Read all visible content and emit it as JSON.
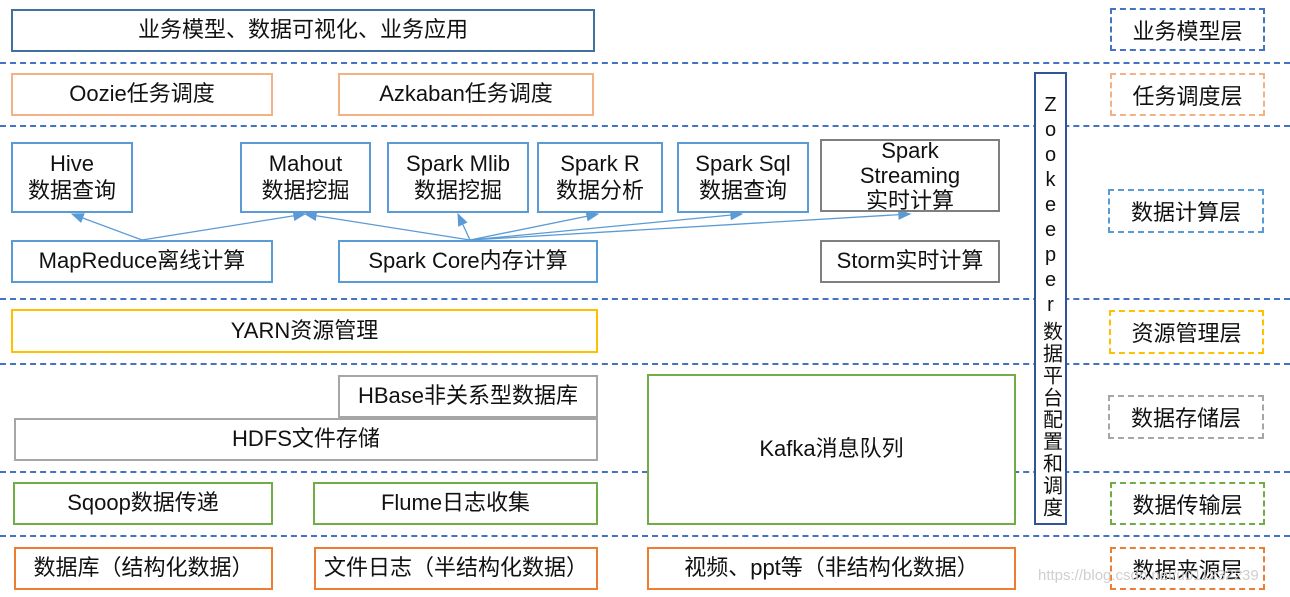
{
  "top": {
    "label": "业务模型、数据可视化、业务应用"
  },
  "schedule": {
    "oozie": "Oozie任务调度",
    "azkaban": "Azkaban任务调度"
  },
  "compute": {
    "hive": [
      "Hive",
      "数据查询"
    ],
    "mahout": [
      "Mahout",
      "数据挖掘"
    ],
    "spark_mlib": [
      "Spark Mlib",
      "数据挖掘"
    ],
    "spark_r": [
      "Spark R",
      "数据分析"
    ],
    "spark_sql": [
      "Spark Sql",
      "数据查询"
    ],
    "spark_streaming": [
      "Spark",
      "Streaming",
      "实时计算"
    ],
    "mapreduce": "MapReduce离线计算",
    "spark_core": "Spark Core内存计算",
    "storm": "Storm实时计算"
  },
  "resource": {
    "yarn": "YARN资源管理"
  },
  "storage": {
    "hbase": "HBase非关系型数据库",
    "hdfs": "HDFS文件存储",
    "kafka": "Kafka消息队列"
  },
  "transport": {
    "sqoop": "Sqoop数据传递",
    "flume": "Flume日志收集"
  },
  "source": {
    "database": "数据库（结构化数据）",
    "file_log": "文件日志（半结构化数据）",
    "video": "视频、ppt等（非结构化数据）"
  },
  "zookeeper": {
    "latin": "Zookeeper",
    "cjk": "数据平台配置和调度"
  },
  "layers": {
    "business": "业务模型层",
    "schedule": "任务调度层",
    "compute": "数据计算层",
    "resource": "资源管理层",
    "storage": "数据存储层",
    "transport": "数据传输层",
    "source": "数据来源层"
  },
  "colors": {
    "blue": "#41719c",
    "orange": "#f4b183",
    "light_blue": "#5b9bd5",
    "gray": "#a6a6a6",
    "yellow": "#ffc000",
    "green": "#70ad47",
    "dark_orange": "#ed7d31"
  },
  "watermark": "https://blog.csdn.net/u011232239"
}
